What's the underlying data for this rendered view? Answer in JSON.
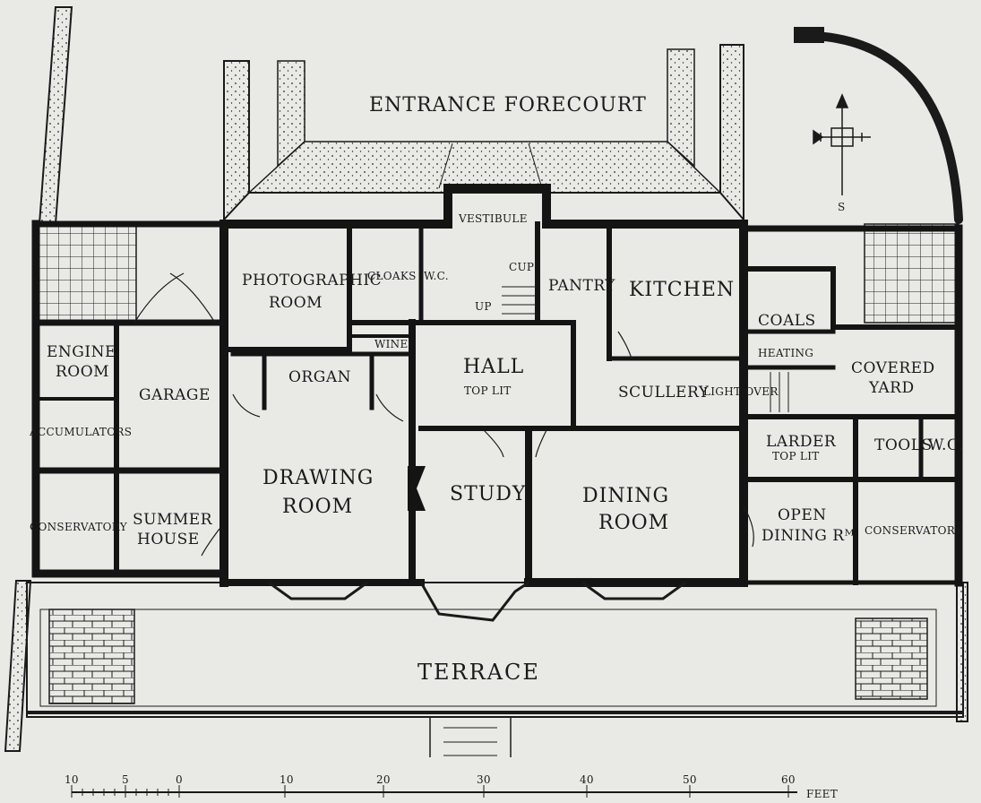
{
  "labels": {
    "entrance_forecourt": "ENTRANCE FORECOURT",
    "vestibule": "VESTIBULE",
    "photographic_room": [
      "PHOTOGRAPHIC",
      "ROOM"
    ],
    "cloaks": "CLOAKS",
    "wc_north": "W.C.",
    "cupd": "CUPᴰ",
    "up": "UP",
    "pantry": "PANTRY",
    "kitchen": "KITCHEN",
    "coals": "COALS",
    "heating": "HEATING",
    "engine_room": [
      "ENGINE",
      "ROOM"
    ],
    "garage": "GARAGE",
    "accumulators": "ACCUMULATORS",
    "wine": "WINE",
    "organ": "ORGAN",
    "hall": "HALL",
    "hall_top_lit": "TOP LIT",
    "scullery": "SCULLERY",
    "light_over": "LIGHT OVER",
    "covered_yard": [
      "COVERED",
      "YARD"
    ],
    "larder": "LARDER",
    "larder_top_lit": "TOP LIT",
    "tools": "TOOLS",
    "wc_south": "W.C.",
    "drawing_room": [
      "DRAWING",
      "ROOM"
    ],
    "study": "STUDY",
    "dining_room": [
      "DINING",
      "ROOM"
    ],
    "open_dining_room": [
      "OPEN",
      "DINING Rᴹ"
    ],
    "conservatory_west": "CONSERVATORY",
    "summer_house": [
      "SUMMER",
      "HOUSE"
    ],
    "conservatory_east": "CONSERVATORY",
    "terrace": "TERRACE",
    "compass_south": "S"
  },
  "scale_bar": {
    "ticks": [
      "10",
      "5",
      "0",
      "10",
      "20",
      "30",
      "40",
      "50",
      "60"
    ],
    "unit": "FEET"
  },
  "colors": {
    "paper": "#e9e9e6",
    "ink": "#1a1a1a",
    "wall": "#141414"
  }
}
